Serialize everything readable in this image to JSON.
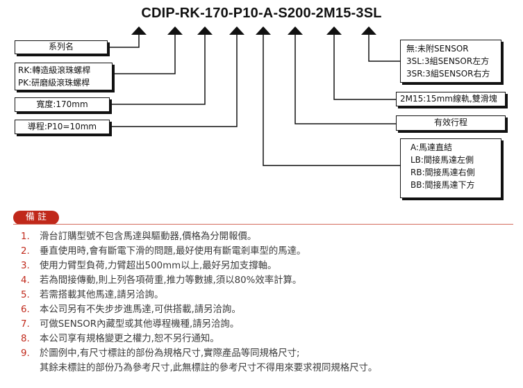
{
  "model_code": "CDIP-RK-170-P10-A-S200-2M15-3SL",
  "left_boxes": {
    "series": {
      "lines": [
        "系列名"
      ]
    },
    "screw": {
      "lines": [
        "RK:轉造級滾珠螺桿",
        "PK:研磨級滾珠螺桿"
      ]
    },
    "width": {
      "lines": [
        "寬度:170mm"
      ]
    },
    "lead": {
      "lines": [
        "導程:P10=10mm"
      ]
    }
  },
  "right_boxes": {
    "sensor": {
      "lines": [
        "無:未附SENSOR",
        "3SL:3組SENSOR左方",
        "3SR:3組SENSOR右方"
      ]
    },
    "rail": {
      "lines": [
        "2M15:15mm線軌,雙滑塊"
      ]
    },
    "stroke": {
      "lines": [
        "有效行程"
      ]
    },
    "motor": {
      "lines": [
        "A:馬達直結",
        "LB:間接馬達左側",
        "RB:間接馬達右側",
        "BB:間接馬達下方"
      ]
    }
  },
  "notes": {
    "badge": "備 註",
    "accent_color": "#c0281a",
    "items": [
      {
        "num": "1.",
        "text": "滑台訂購型號不包含馬達與驅動器,價格為分開報價。"
      },
      {
        "num": "2.",
        "text": "垂直使用時,會有斷電下滑的問題,最好使用有斷電剎車型的馬達。"
      },
      {
        "num": "3.",
        "text": "使用力臂型負荷,力臂超出500mm以上,最好另加支撐軸。"
      },
      {
        "num": "4.",
        "text": "若為間接傳動,則上列各項荷重,推力等數據,須以80%效率計算。"
      },
      {
        "num": "5.",
        "text": "若需搭載其他馬達,請另洽詢。"
      },
      {
        "num": "6.",
        "text": "本公司另有不失步步進馬達,可供搭載,請另洽詢。"
      },
      {
        "num": "7.",
        "text": "可做SENSOR內藏型或其他導程機種,請另洽詢。"
      },
      {
        "num": "8.",
        "text": "本公司享有規格變更之權力,恕不另行通知。"
      },
      {
        "num": "9.",
        "text": "於圖例中,有尺寸標註的部份為規格尺寸,實際產品等同規格尺寸;"
      }
    ],
    "continuation": "其餘未標註的部份乃為參考尺寸,此無標註的參考尺寸不得用來要求視同規格尺寸。"
  }
}
